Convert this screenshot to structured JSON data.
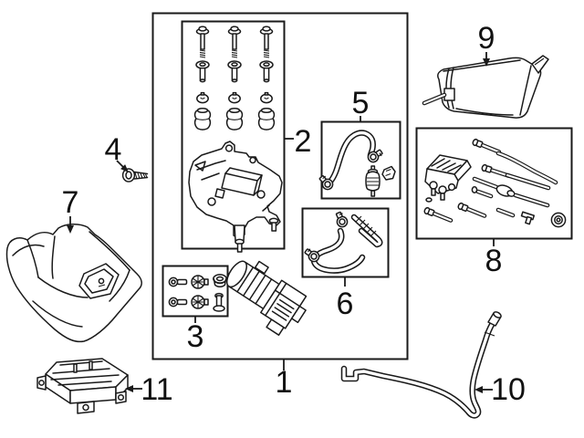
{
  "diagram_type": "exploded-parts-diagram",
  "colors": {
    "line": "#1a1a1a",
    "background": "#ffffff",
    "text": "#111111"
  },
  "callouts": [
    {
      "label": "1"
    },
    {
      "label": "2"
    },
    {
      "label": "3"
    },
    {
      "label": "4"
    },
    {
      "label": "5"
    },
    {
      "label": "6"
    },
    {
      "label": "7"
    },
    {
      "label": "8"
    },
    {
      "label": "9"
    },
    {
      "label": "10"
    },
    {
      "label": "11"
    }
  ],
  "parts": [
    {
      "callout": "1",
      "icon": "compressor-assembly-kit"
    },
    {
      "callout": "2",
      "icon": "mount-bracket-with-bolts-and-bushings"
    },
    {
      "callout": "3",
      "icon": "small-fastener-kit"
    },
    {
      "callout": "4",
      "icon": "hex-flange-screw"
    },
    {
      "callout": "5",
      "icon": "hose-with-filter-and-clamps"
    },
    {
      "callout": "6",
      "icon": "hose-with-clamps-and-sleeve"
    },
    {
      "callout": "7",
      "icon": "protective-cover"
    },
    {
      "callout": "8",
      "icon": "valve-block-with-air-lines"
    },
    {
      "callout": "9",
      "icon": "reservoir-tank"
    },
    {
      "callout": "10",
      "icon": "long-air-hose"
    },
    {
      "callout": "11",
      "icon": "control-module"
    }
  ]
}
